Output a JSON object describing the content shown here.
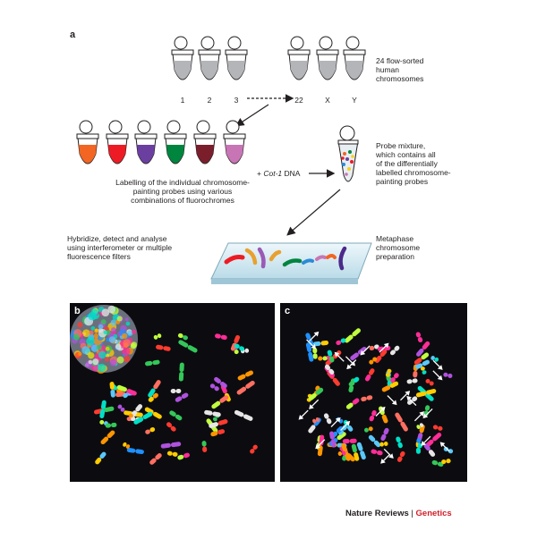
{
  "panels": {
    "a": "a",
    "b": "b",
    "c": "c"
  },
  "sorted_tubes": {
    "labels": [
      "1",
      "2",
      "3",
      "22",
      "X",
      "Y"
    ],
    "caption": "24 flow-sorted human chromosomes",
    "caption_lines": [
      "24 flow-sorted",
      "human",
      "chromosomes"
    ]
  },
  "probe_tubes": {
    "colors": [
      "#f26522",
      "#ed1c24",
      "#6b3fa0",
      "#00853f",
      "#7b1e2c",
      "#c875b5"
    ]
  },
  "labelling_text": [
    "Labelling of the individual chromosome-",
    "painting probes using various",
    "combinations of fluorochromes"
  ],
  "cot_dna": {
    "prefix": "+",
    "italic": "Cot-1",
    "suffix": "DNA"
  },
  "probe_mixture_text": [
    "Probe mixture,",
    "which contains all",
    "of the differentially",
    "labelled chromosome-",
    "painting probes"
  ],
  "hybridize_text": [
    "Hybridize, detect and analyse",
    "using interferometer or multiple",
    "fluorescence filters"
  ],
  "metaphase_text": [
    "Metaphase",
    "chromosome",
    "preparation"
  ],
  "footer": {
    "journal": "Nature Reviews",
    "separator": "|",
    "section": "Genetics"
  },
  "colors": {
    "tube_liquid": "#b3b5b8",
    "slide": "#d8ecf4",
    "footer_accent": "#d0202b"
  }
}
